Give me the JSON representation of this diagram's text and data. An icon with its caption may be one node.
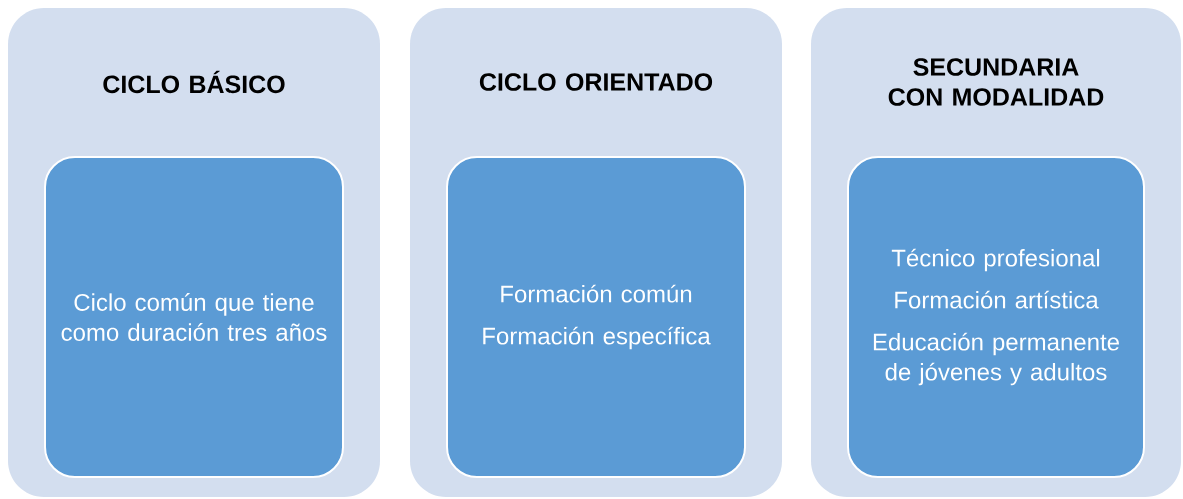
{
  "diagram": {
    "nodes": [
      {
        "text": [
          "CICLO BÁSICO"
        ]
      },
      {
        "text": [
          "Ciclo común que tiene como duración tres años"
        ],
        "in": 0
      },
      {
        "text": [
          "CICLO ORIENTADO"
        ]
      },
      {
        "text": [
          "Formación común",
          "Formación específica"
        ],
        "in": 2
      },
      {
        "text": [
          "SECUNDARIA CON MODALIDAD"
        ]
      },
      {
        "text": [
          "Técnico profesional",
          "Formación artística",
          "Educación permanente de jóvenes y adultos"
        ],
        "in": 4
      }
    ]
  }
}
